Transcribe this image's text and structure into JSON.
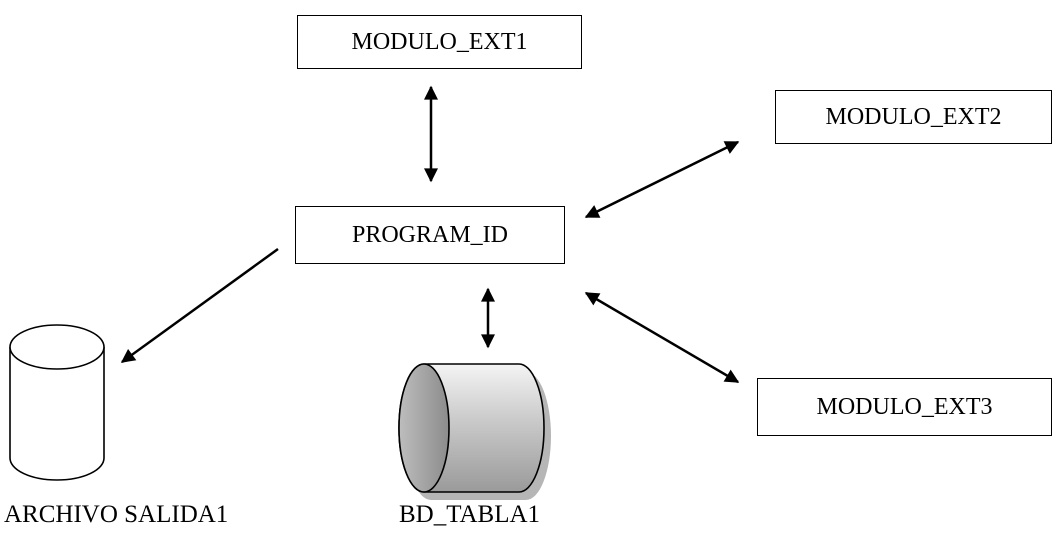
{
  "nodes": {
    "modulo_ext1": "MODULO_EXT1",
    "modulo_ext2": "MODULO_EXT2",
    "modulo_ext3": "MODULO_EXT3",
    "program_id": "PROGRAM_ID",
    "archivo_salida1": "ARCHIVO SALIDA1",
    "bd_tabla1": "BD_TABLA1"
  }
}
